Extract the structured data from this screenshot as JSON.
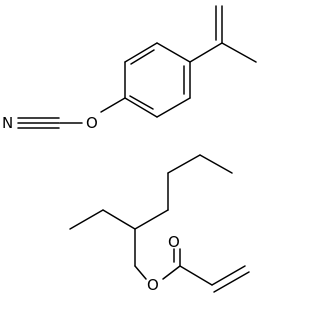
{
  "diagram": {
    "type": "chemical-structure",
    "atom_labels": {
      "o_ether_top": "O",
      "n_nitrile": "N",
      "o_carbonyl": "O",
      "o_ester": "O"
    }
  }
}
